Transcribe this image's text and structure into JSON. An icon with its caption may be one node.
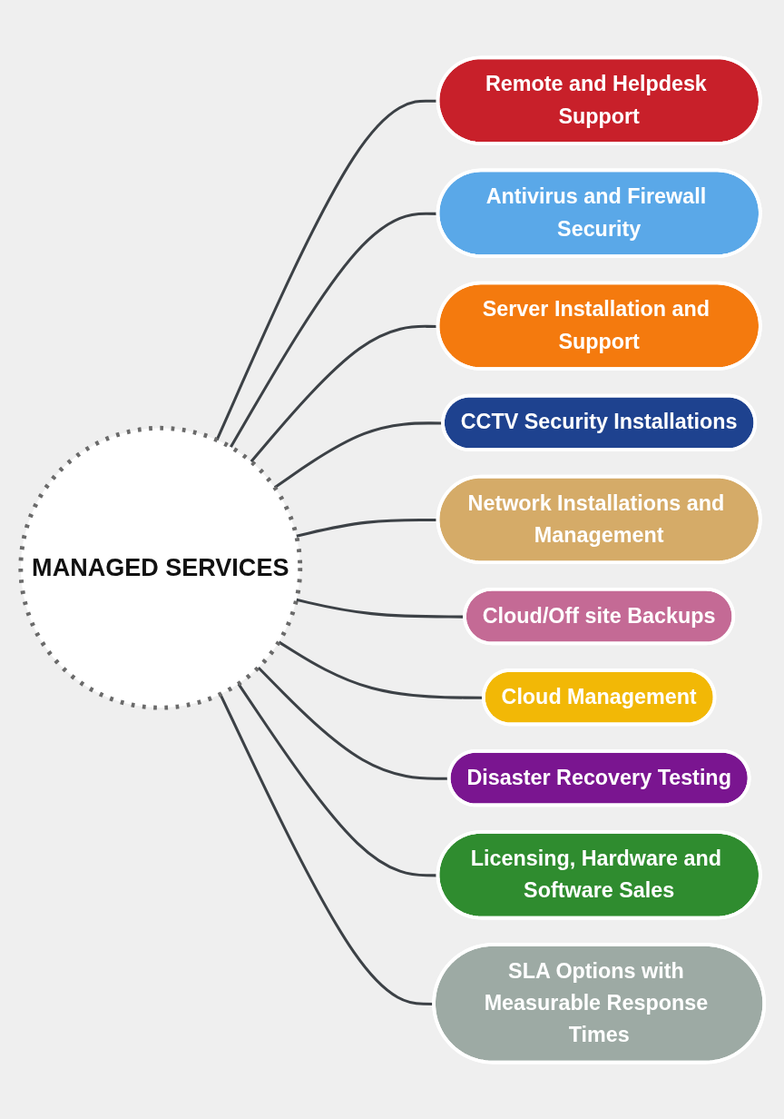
{
  "diagram": {
    "nodes": [
      {
        "text": [
          "MANAGED SERVICES"
        ]
      },
      {
        "text": [
          "Remote and Helpdesk Support"
        ]
      },
      {
        "text": [
          "Antivirus and Firewall Security"
        ]
      },
      {
        "text": [
          "Server Installation and Support"
        ]
      },
      {
        "text": [
          "CCTV Security Installations"
        ]
      },
      {
        "text": [
          "Network Installations and Management"
        ]
      },
      {
        "text": [
          "Cloud/Off site Backups"
        ]
      },
      {
        "text": [
          "Cloud Management"
        ]
      },
      {
        "text": [
          "Disaster Recovery Testing"
        ]
      },
      {
        "text": [
          "Licensing, Hardware and Software Sales"
        ]
      },
      {
        "text": [
          "SLA Options with Measurable Response Times"
        ]
      }
    ],
    "edges": [
      {
        "from": 0,
        "to": 1,
        "arrow": "none"
      },
      {
        "from": 0,
        "to": 2,
        "arrow": "none"
      },
      {
        "from": 0,
        "to": 3,
        "arrow": "none"
      },
      {
        "from": 0,
        "to": 4,
        "arrow": "none"
      },
      {
        "from": 0,
        "to": 5,
        "arrow": "none"
      },
      {
        "from": 0,
        "to": 6,
        "arrow": "none"
      },
      {
        "from": 0,
        "to": 7,
        "arrow": "none"
      },
      {
        "from": 0,
        "to": 8,
        "arrow": "none"
      },
      {
        "from": 0,
        "to": 9,
        "arrow": "none"
      },
      {
        "from": 0,
        "to": 10,
        "arrow": "none"
      }
    ]
  }
}
